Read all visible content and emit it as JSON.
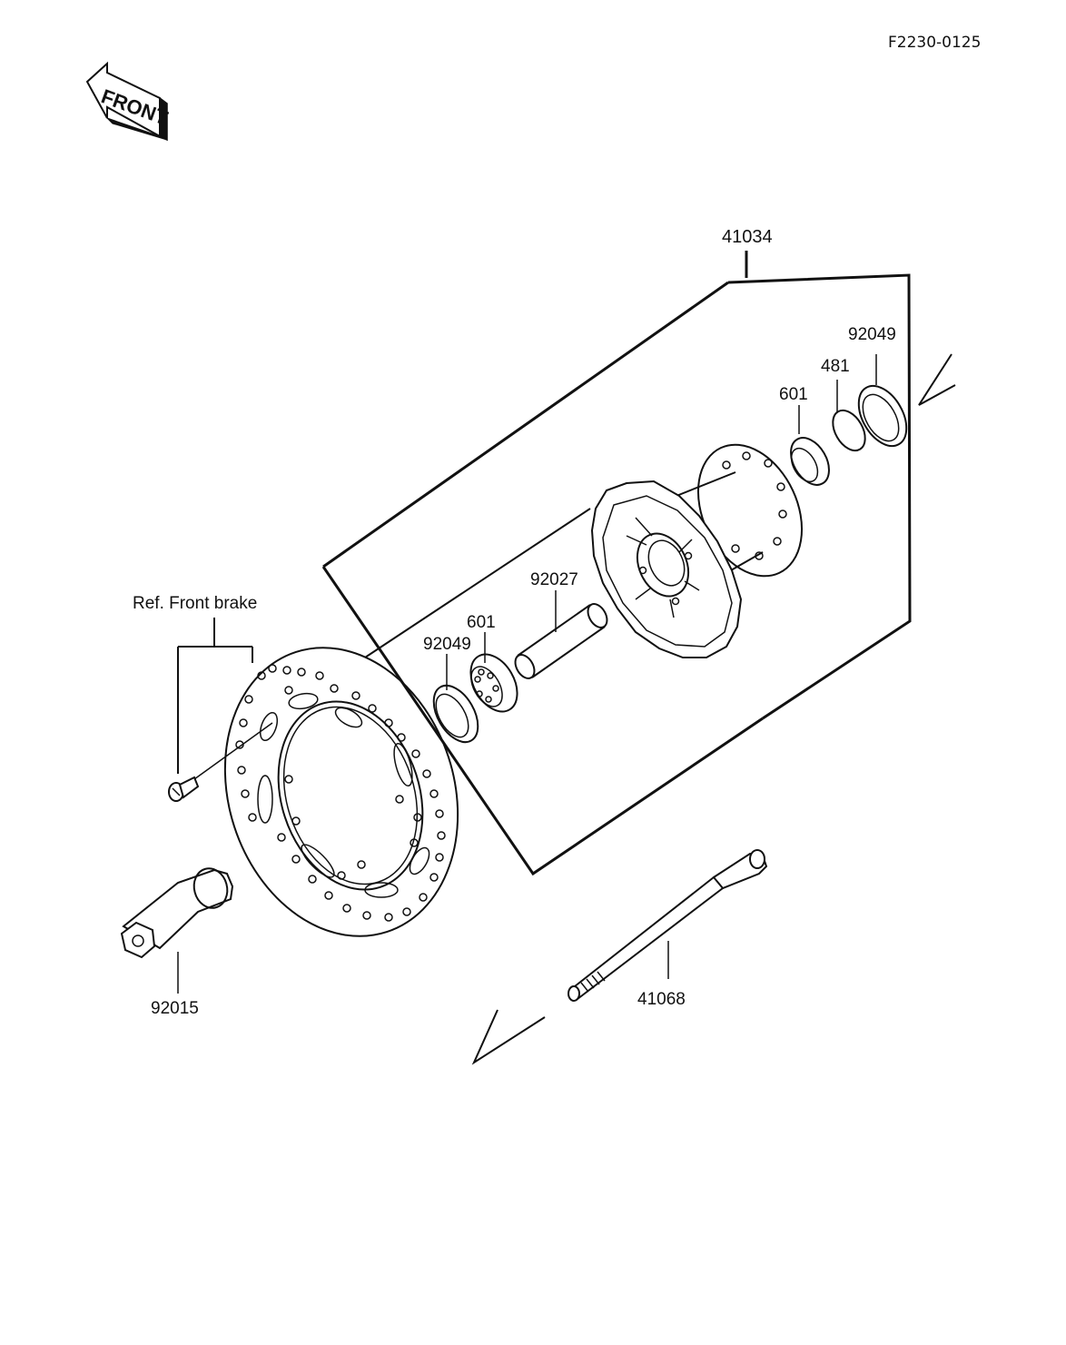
{
  "diagram_code": "F2230-0125",
  "front_badge": "FRONT",
  "reference_note": "Ref.  Front brake",
  "parts": {
    "hub_assembly": "41034",
    "seal_right": "92049",
    "ring_right": "481",
    "bearing_right": "601",
    "collar": "92027",
    "bearing_left": "601",
    "seal_left": "92049",
    "axle_collar": "92015",
    "axle": "41068"
  }
}
